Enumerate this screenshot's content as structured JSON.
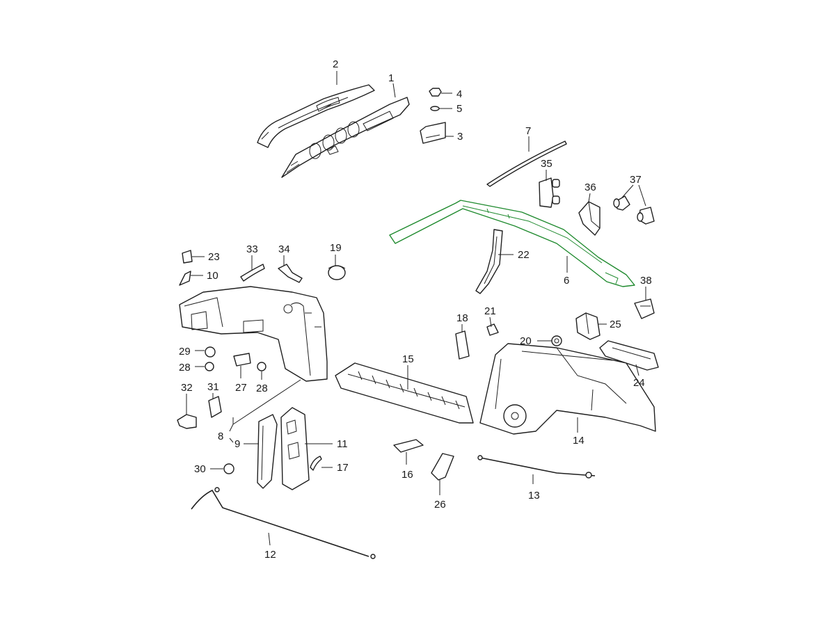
{
  "diagram": {
    "highlight_color": "#1f8a2e",
    "highlighted_part": "6",
    "callouts": [
      {
        "id": "c1",
        "label": "1"
      },
      {
        "id": "c2",
        "label": "2"
      },
      {
        "id": "c3",
        "label": "3"
      },
      {
        "id": "c4",
        "label": "4"
      },
      {
        "id": "c5",
        "label": "5"
      },
      {
        "id": "c6",
        "label": "6"
      },
      {
        "id": "c7",
        "label": "7"
      },
      {
        "id": "c8",
        "label": "8"
      },
      {
        "id": "c9",
        "label": "9"
      },
      {
        "id": "c10",
        "label": "10"
      },
      {
        "id": "c11",
        "label": "11"
      },
      {
        "id": "c12",
        "label": "12"
      },
      {
        "id": "c13",
        "label": "13"
      },
      {
        "id": "c14",
        "label": "14"
      },
      {
        "id": "c15",
        "label": "15"
      },
      {
        "id": "c16",
        "label": "16"
      },
      {
        "id": "c17",
        "label": "17"
      },
      {
        "id": "c18",
        "label": "18"
      },
      {
        "id": "c19",
        "label": "19"
      },
      {
        "id": "c20",
        "label": "20"
      },
      {
        "id": "c21",
        "label": "21"
      },
      {
        "id": "c22",
        "label": "22"
      },
      {
        "id": "c23",
        "label": "23"
      },
      {
        "id": "c24",
        "label": "24"
      },
      {
        "id": "c25",
        "label": "25"
      },
      {
        "id": "c26",
        "label": "26"
      },
      {
        "id": "c27",
        "label": "27"
      },
      {
        "id": "c28a",
        "label": "28"
      },
      {
        "id": "c28b",
        "label": "28"
      },
      {
        "id": "c29",
        "label": "29"
      },
      {
        "id": "c30",
        "label": "30"
      },
      {
        "id": "c31",
        "label": "31"
      },
      {
        "id": "c32",
        "label": "32"
      },
      {
        "id": "c33",
        "label": "33"
      },
      {
        "id": "c34",
        "label": "34"
      },
      {
        "id": "c35",
        "label": "35"
      },
      {
        "id": "c36",
        "label": "36"
      },
      {
        "id": "c37",
        "label": "37"
      },
      {
        "id": "c38",
        "label": "38"
      }
    ]
  }
}
